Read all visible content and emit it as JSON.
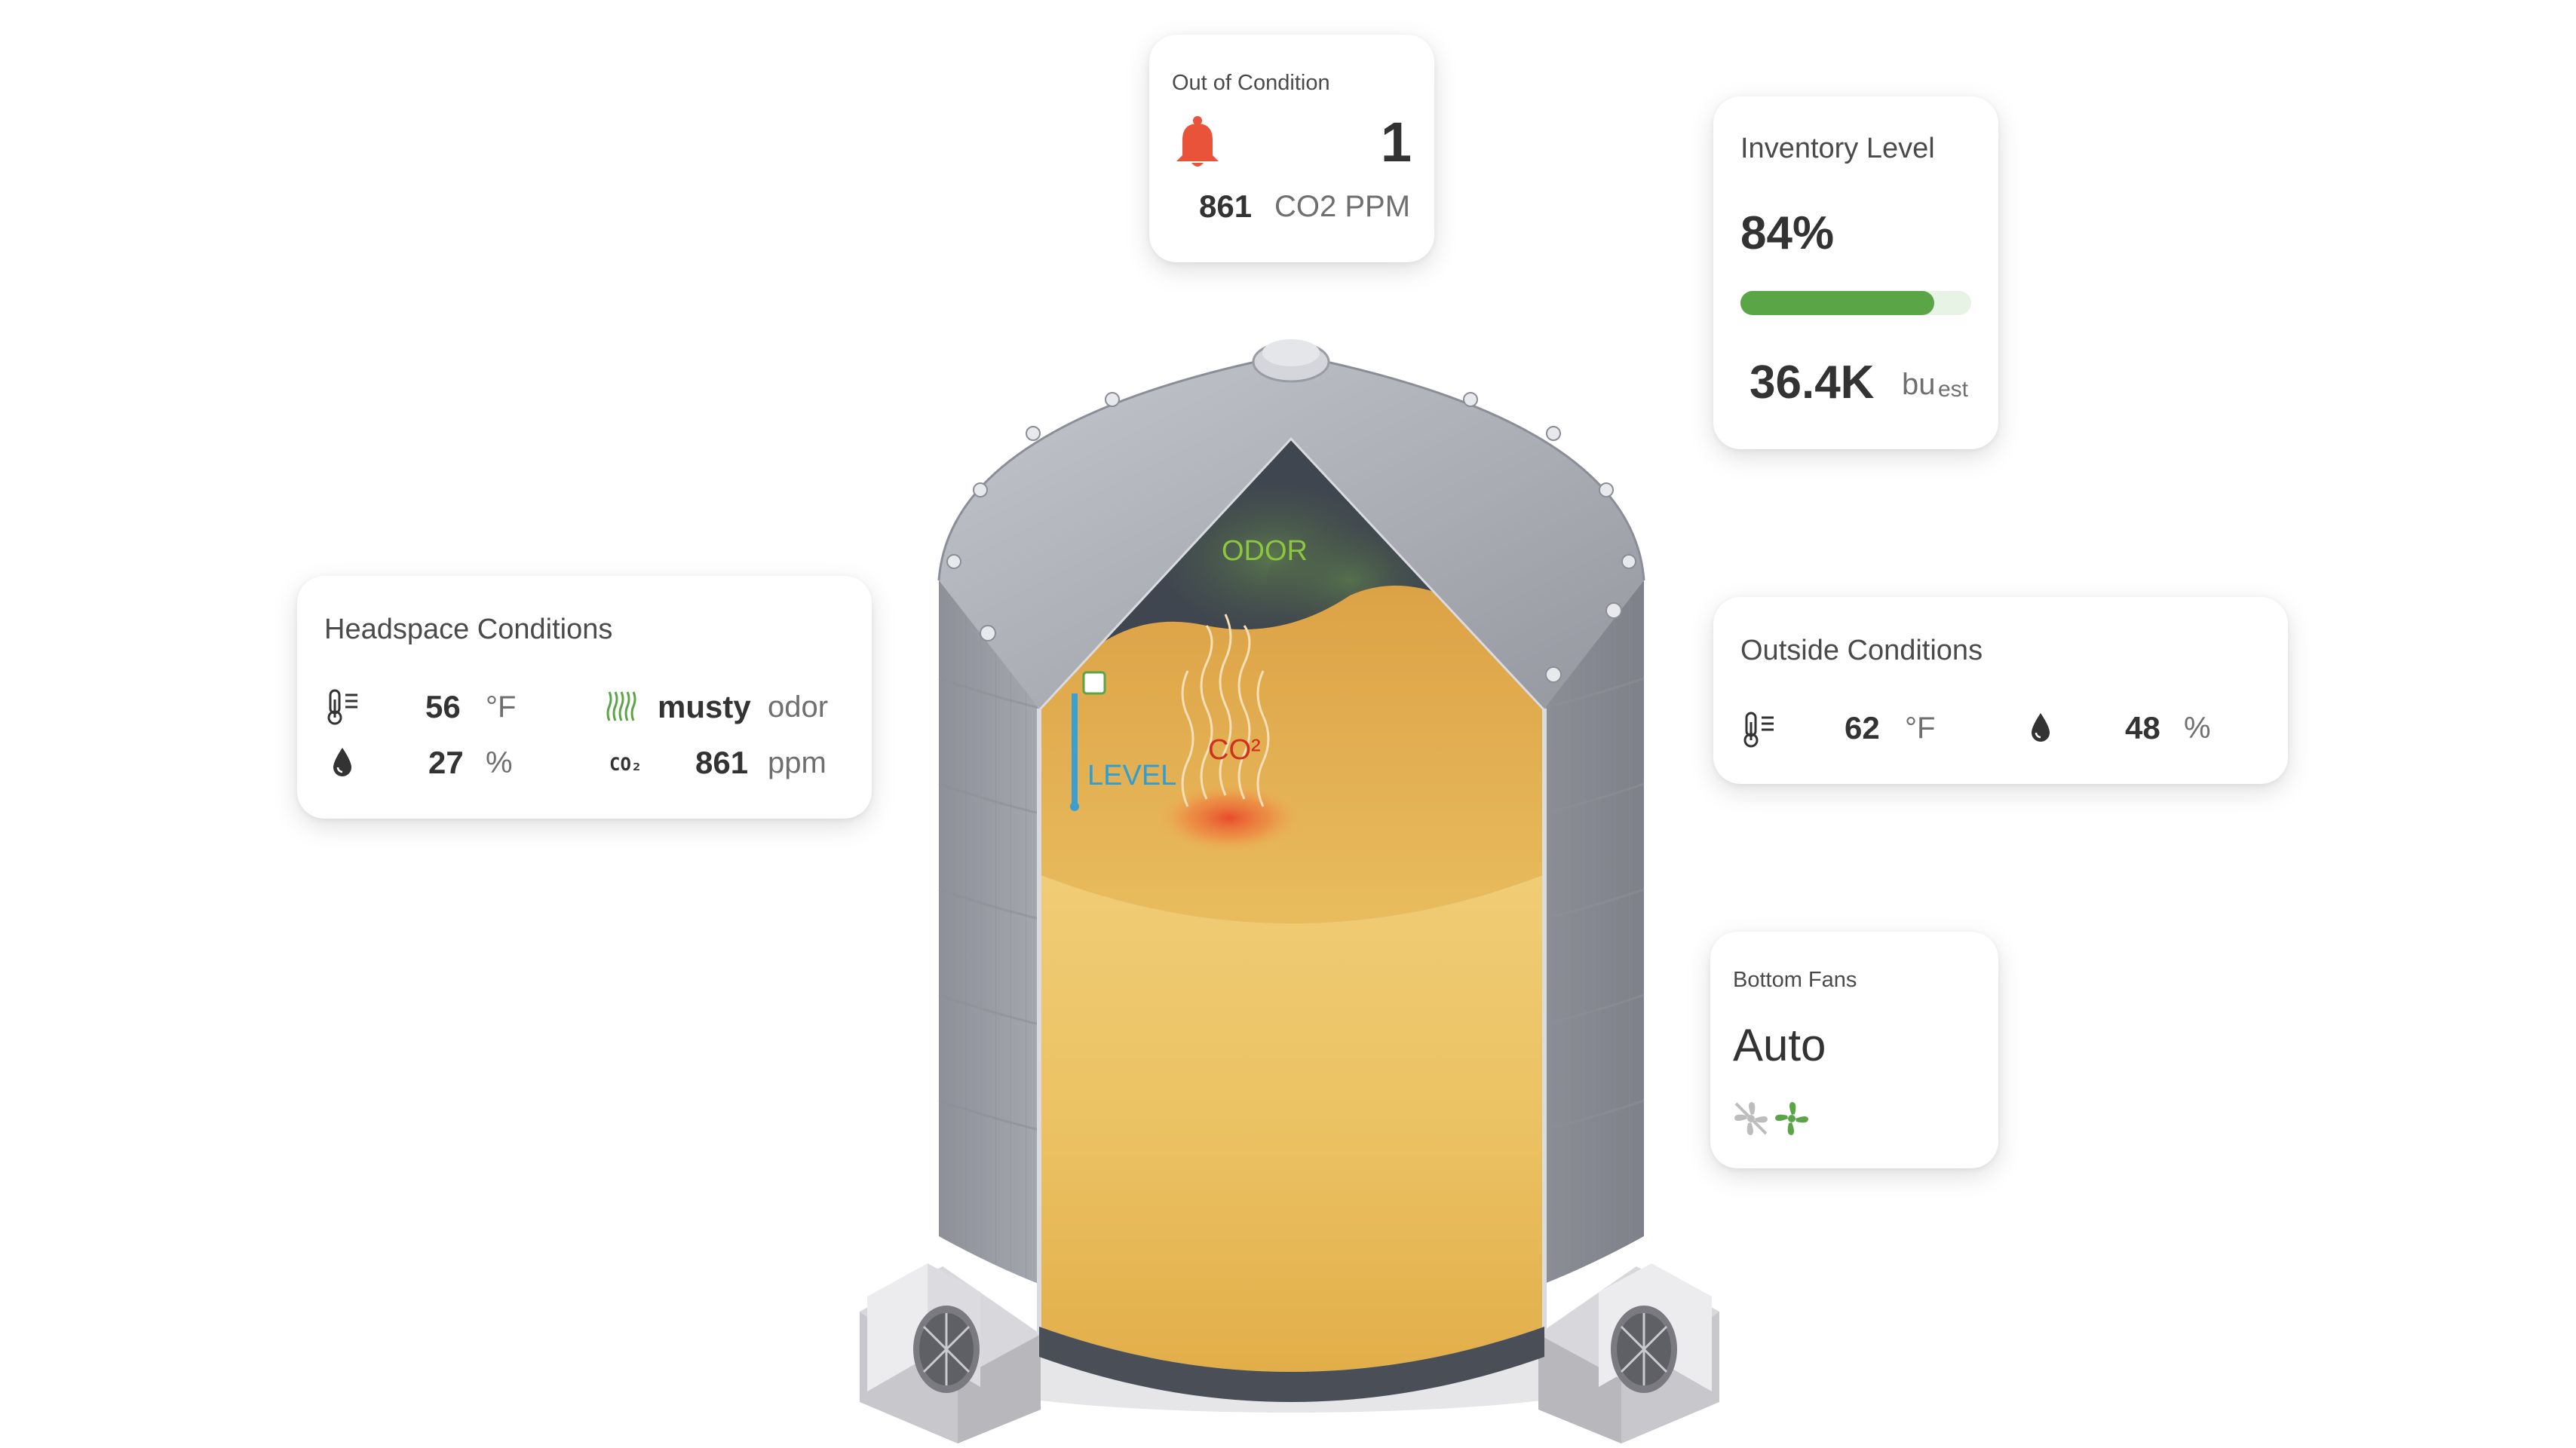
{
  "out_of_condition": {
    "title": "Out of Condition",
    "count": "1",
    "value": "861",
    "unit": "CO2 PPM",
    "alert_color": "#e8533a",
    "icon": "bell-icon"
  },
  "inventory": {
    "title": "Inventory Level",
    "percent_label": "84%",
    "fill_fraction": 0.84,
    "amount": "36.4K",
    "unit_main": "bu",
    "unit_sub": "est",
    "bar_color": "#5aa545"
  },
  "headspace": {
    "title": "Headspace Conditions",
    "temperature": {
      "value": "56",
      "unit": "°F",
      "icon": "thermometer-icon"
    },
    "humidity": {
      "value": "27",
      "unit": "%",
      "icon": "water-drop-icon"
    },
    "odor": {
      "value": "musty",
      "unit": "odor",
      "icon": "odor-waves-icon"
    },
    "co2": {
      "value": "861",
      "unit": "ppm",
      "icon": "co2-icon",
      "icon_text": "CO₂"
    }
  },
  "outside": {
    "title": "Outside Conditions",
    "temperature": {
      "value": "62",
      "unit": "°F",
      "icon": "thermometer-icon"
    },
    "humidity": {
      "value": "48",
      "unit": "%",
      "icon": "water-drop-icon"
    }
  },
  "bottom_fans": {
    "title": "Bottom Fans",
    "mode": "Auto",
    "icons": [
      "fan-off-icon",
      "fan-on-icon"
    ],
    "active_color": "#5aa545",
    "inactive_color": "#bdbdbd"
  },
  "silo": {
    "labels": {
      "odor": "ODOR",
      "co2": "CO²",
      "level": "LEVEL"
    },
    "colors": {
      "odor": "#8cc63f",
      "co2": "#d0301e",
      "level": "#2e9fd4",
      "grain": "#eec66a",
      "metal": "#a7a9b1"
    }
  }
}
